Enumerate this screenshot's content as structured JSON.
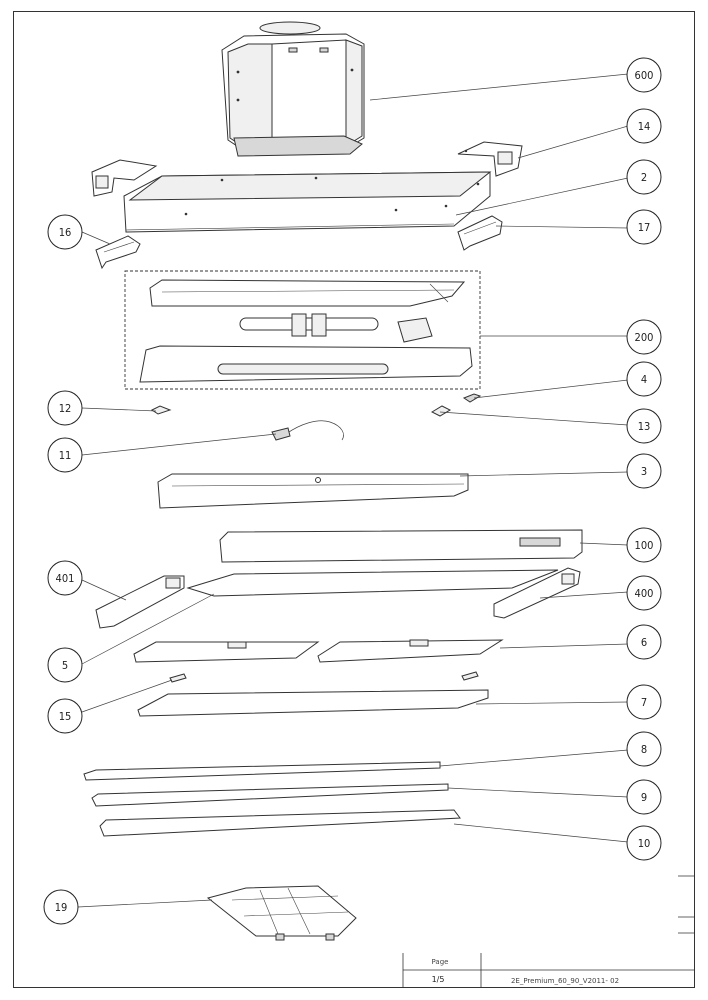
{
  "callouts": [
    "600",
    "14",
    "2",
    "17",
    "16",
    "200",
    "4",
    "12",
    "13",
    "11",
    "3",
    "100",
    "401",
    "400",
    "5",
    "6",
    "15",
    "7",
    "8",
    "9",
    "10",
    "19"
  ],
  "title_block": {
    "page_label": "Page",
    "page_value": "1/5",
    "document_id": "2E_Premium_60_90_V2011- 02"
  }
}
